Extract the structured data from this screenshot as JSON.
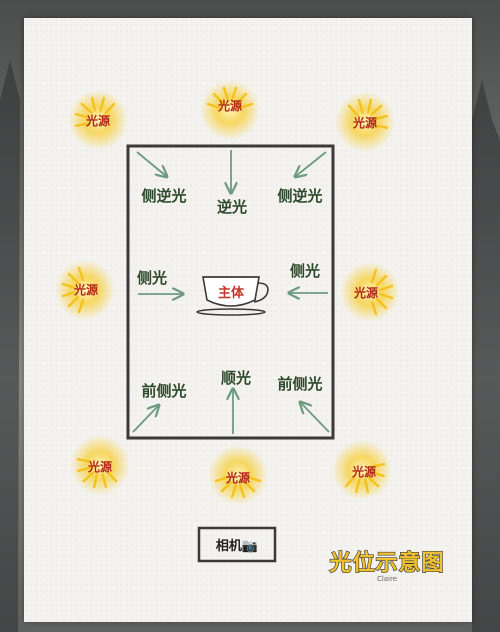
{
  "light_source_label": "光源",
  "positions": {
    "top_left": "侧逆光",
    "top_center": "逆光",
    "top_right": "侧逆光",
    "mid_left": "侧光",
    "mid_right": "侧光",
    "bottom_left": "前侧光",
    "bottom_center": "顺光",
    "bottom_right": "前侧光"
  },
  "subject_label": "主体",
  "camera_label": "相机📷",
  "title": "光位示意图",
  "title_sub": "Claire",
  "colors": {
    "position_text": "#2e4a2c",
    "source_text": "#b2271a",
    "arrow": "#6f9a82",
    "glow": "#f7d24a",
    "frame": "#3a3a3a",
    "title_fill": "#f2c230"
  },
  "icons": [
    "sun-ray-icon",
    "coffee-cup-icon",
    "camera-icon"
  ]
}
